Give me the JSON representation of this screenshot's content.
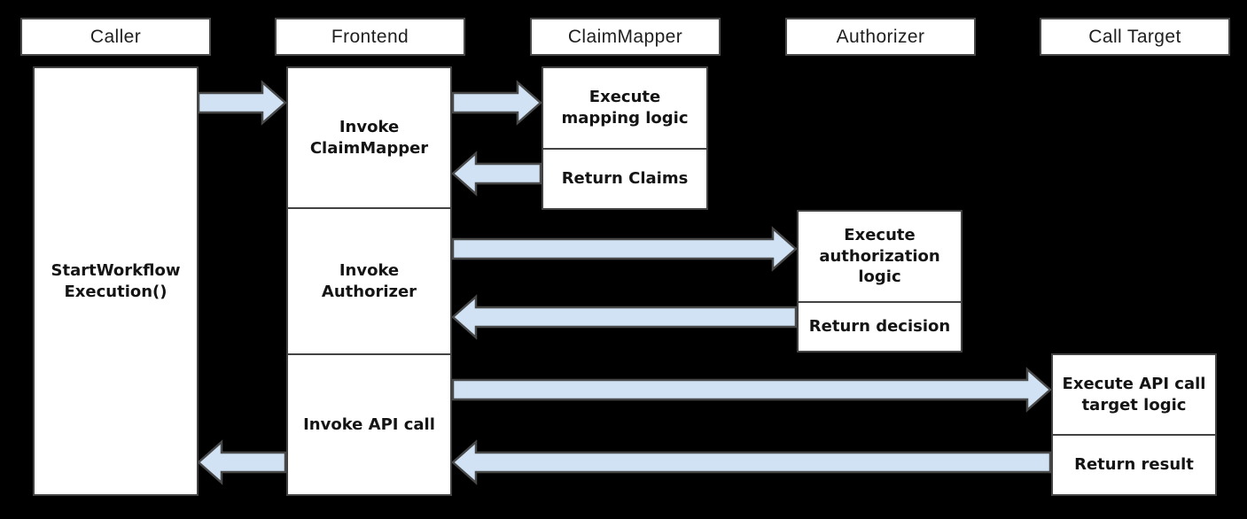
{
  "diagram": {
    "type": "sequence-workflow",
    "background": "#000000"
  },
  "colors": {
    "background": "#000000",
    "box_fill": "#ffffff",
    "box_border": "#434343",
    "arrow_fill": "#d0e2f4",
    "arrow_border": "#484848",
    "text": "#141414"
  },
  "actors": [
    {
      "id": "caller",
      "label": "Caller"
    },
    {
      "id": "frontend",
      "label": "Frontend"
    },
    {
      "id": "claimmapper",
      "label": "ClaimMapper"
    },
    {
      "id": "authorizer",
      "label": "Authorizer"
    },
    {
      "id": "calltarget",
      "label": "Call Target"
    }
  ],
  "boxes": {
    "caller_step": "StartWorkflow\nExecution()",
    "frontend_steps": [
      "Invoke\nClaimMapper",
      "Invoke\nAuthorizer",
      "Invoke API call"
    ],
    "claimmapper_steps": [
      "Execute\nmapping logic",
      "Return Claims"
    ],
    "authorizer_steps": [
      "Execute\nauthorization\nlogic",
      "Return decision"
    ],
    "calltarget_steps": [
      "Execute API call\ntarget logic",
      "Return result"
    ]
  },
  "flows": [
    {
      "name": "caller-to-frontend",
      "from": "Caller",
      "to": "Frontend",
      "direction": "right"
    },
    {
      "name": "frontend-to-claimmapper",
      "from": "Frontend",
      "to": "ClaimMapper",
      "direction": "right"
    },
    {
      "name": "claimmapper-return-to-frontend",
      "from": "ClaimMapper",
      "to": "Frontend",
      "direction": "left"
    },
    {
      "name": "frontend-to-authorizer",
      "from": "Frontend",
      "to": "Authorizer",
      "direction": "right"
    },
    {
      "name": "authorizer-return-to-frontend",
      "from": "Authorizer",
      "to": "Frontend",
      "direction": "left"
    },
    {
      "name": "frontend-to-calltarget",
      "from": "Frontend",
      "to": "Call Target",
      "direction": "right"
    },
    {
      "name": "calltarget-return-to-frontend",
      "from": "Call Target",
      "to": "Frontend",
      "direction": "left"
    },
    {
      "name": "frontend-return-to-caller",
      "from": "Frontend",
      "to": "Caller",
      "direction": "left"
    }
  ]
}
